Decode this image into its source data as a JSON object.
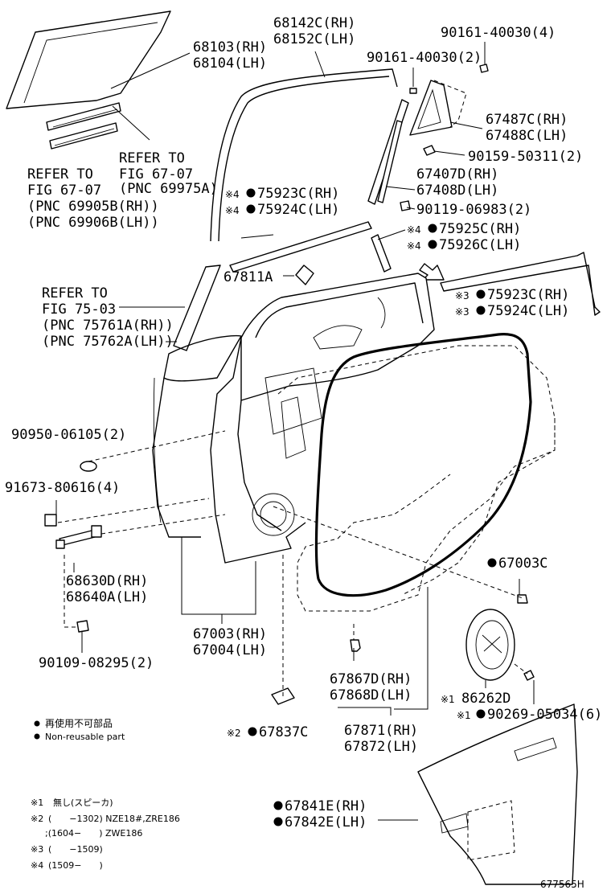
{
  "labels": {
    "glass_rh": "68103(RH)",
    "glass_lh": "68104(LH)",
    "run_rh": "68142C(RH)",
    "run_lh": "68152C(LH)",
    "bolt_90161_a": "90161-40030(4)",
    "bolt_90161_b": "90161-40030(2)",
    "corner_rh": "67487C(RH)",
    "corner_lh": "67488C(LH)",
    "screw_90159": "90159-50311(2)",
    "refer_1": "REFER TO",
    "fig_1": "FIG 67-07",
    "pnc_1": "(PNC 69975A)",
    "refer_2": "REFER TO",
    "fig_2": "FIG 67-07",
    "pnc_2a": "(PNC 69905B(RH))",
    "pnc_2b": "(PNC 69906B(LH))",
    "frame_rh": "67407D(RH)",
    "frame_lh": "67408D(LH)",
    "mark_x4": "※4",
    "weather_a_rh": "75923C(RH)",
    "weather_a_lh": "75924C(LH)",
    "bolt_90119": "90119-06983(2)",
    "weather_b_rh": "75925C(RH)",
    "weather_b_lh": "75926C(LH)",
    "part_67811": "67811A",
    "mark_x3": "※3",
    "weather_c_rh": "75923C(RH)",
    "weather_c_lh": "75924C(LH)",
    "refer_3": "REFER TO",
    "fig_3": "FIG 75-03",
    "pnc_3a": "(PNC 75761A(RH))",
    "pnc_3b": "(PNC 75762A(LH))",
    "plug_90950": "90950-06105(2)",
    "bolt_91673": "91673-80616(4)",
    "check_rh": "68630D(RH)",
    "check_lh": "68640A(LH)",
    "bolt_90109": "90109-08295(2)",
    "door_rh": "67003(RH)",
    "door_lh": "67004(LH)",
    "part_67003c": "67003C",
    "seal_rh": "67867D(RH)",
    "seal_lh": "67868D(LH)",
    "mark_x1": "※1",
    "speaker": "86262D",
    "screw_90269": "90269-05034(6)",
    "mark_x2": "※2",
    "part_67837c": "67837C",
    "ws_rh": "67871(RH)",
    "ws_lh": "67872(LH)",
    "film_rh": "67841E(RH)",
    "film_lh": "67842E(LH)",
    "legend_jp": "再使用不可部品",
    "legend_en": "Non-reusable part",
    "note_1_mark": "※1",
    "note_1_text": "無し(スピーカ)",
    "note_2_mark": "※2",
    "note_2_text_a": "(　　−1302) NZE18#,ZRE186",
    "note_2_text_b": ";(1604−　　) ZWE186",
    "note_3_mark": "※3",
    "note_3_text": "(　　−1509)",
    "note_4_mark": "※4",
    "note_4_text": "(1509−　　)",
    "drawing_id": "677565H"
  }
}
